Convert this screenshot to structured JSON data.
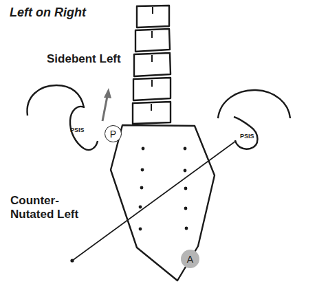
{
  "diagram": {
    "title": "Left on Right",
    "nodes": [
      {
        "text": [
          "P"
        ]
      },
      {
        "text": [
          "A"
        ]
      }
    ],
    "labels": [
      "Sidebent Left",
      "Counter-Nutated Left",
      "PSIS",
      "PSIS"
    ]
  }
}
